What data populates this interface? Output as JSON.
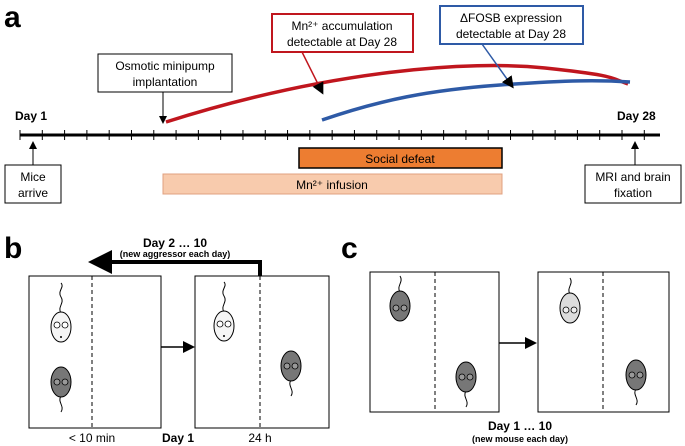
{
  "panels": {
    "a": {
      "letter": "a",
      "start_label": "Day 1",
      "end_label": "Day 28",
      "pump_label_line1": "Osmotic minipump",
      "pump_label_line2": "implantation",
      "mn_callout_line1": "Mn²⁺ accumulation",
      "mn_callout_line2": "detectable at Day 28",
      "fosb_callout_line1": "ΔFOSB expression",
      "fosb_callout_line2": "detectable at Day 28",
      "social_defeat": "Social defeat",
      "mn_infusion": "Mn²⁺ infusion",
      "mice_arrive_line1": "Mice",
      "mice_arrive_line2": "arrive",
      "mri_line1": "MRI and brain",
      "mri_line2": "fixation",
      "colors": {
        "mn_curve": "#c0161e",
        "fosb_curve": "#2e5aa6",
        "social_defeat_fill": "#ed7d31",
        "infusion_fill": "#f8cbad"
      }
    },
    "b": {
      "letter": "b",
      "header_line1": "Day 2 … 10",
      "header_line2": "(new aggressor each day)",
      "under_left": "< 10 min",
      "under_mid": "Day 1",
      "under_right": "24 h"
    },
    "c": {
      "letter": "c",
      "footer_line1": "Day 1 … 10",
      "footer_line2": "(new mouse each day)"
    }
  }
}
